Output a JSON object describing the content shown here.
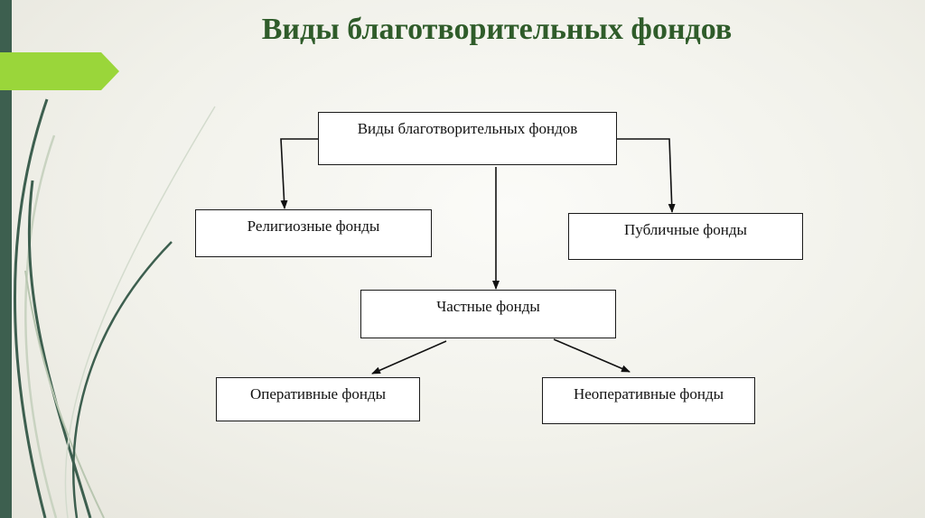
{
  "slide": {
    "title": "Виды благотворительных фондов",
    "accent_color": "#9ad63a",
    "stripe_color": "#3d5f4f",
    "title_color": "#2f5c2a"
  },
  "diagram": {
    "nodes": {
      "root": "Виды благотворительных фондов",
      "religious": "Религиозные фонды",
      "public": "Публичные фонды",
      "private": "Частные фонды",
      "operative": "Оперативные фонды",
      "non_operative": "Неоперативные фонды"
    },
    "edges": [
      {
        "from": "root",
        "to": "religious"
      },
      {
        "from": "root",
        "to": "public"
      },
      {
        "from": "root",
        "to": "private"
      },
      {
        "from": "private",
        "to": "operative"
      },
      {
        "from": "private",
        "to": "non_operative"
      }
    ]
  }
}
